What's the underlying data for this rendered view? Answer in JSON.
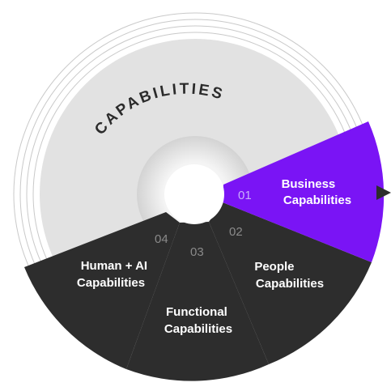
{
  "diagram": {
    "center_title": "CAPABILITIES",
    "colors": {
      "accent": "#7a14f5",
      "dark": "#2d2d2d",
      "disc": "#e2e2e2",
      "ring": "#c9c9c9",
      "inner_label": "#ffffff",
      "number_on_dark": "#8a8a8a",
      "number_on_accent": "#c9aefc"
    },
    "segments": [
      {
        "number": "01",
        "line1": "Business",
        "line2": "Capabilities",
        "style": "accent",
        "pointer_icon": "triangle-right-icon"
      },
      {
        "number": "02",
        "line1": "People",
        "line2": "Capabilities",
        "style": "dark"
      },
      {
        "number": "03",
        "line1": "Functional",
        "line2": "Capabilities",
        "style": "dark"
      },
      {
        "number": "04",
        "line1": "Human + AI",
        "line2": "Capabilities",
        "style": "dark"
      }
    ]
  }
}
